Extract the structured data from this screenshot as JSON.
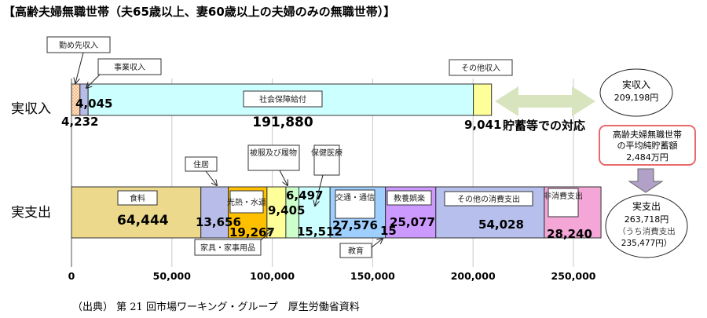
{
  "title": "【高齢夫婦無職世帯（夫65歳以上、妻60歳以上の夫婦のみの無職世帯）】",
  "source": "（出典） 第 21 回市場ワーキング・グループ　厚生労働省資料",
  "chart_data": {
    "type": "bar",
    "orientation": "horizontal-stacked",
    "categories": [
      "実収入",
      "実支出"
    ],
    "xlim": [
      0,
      250000
    ],
    "xticks": [
      "0",
      "50,000",
      "100,000",
      "150,000",
      "200,000",
      "250,000"
    ],
    "xtick_values": [
      0,
      50000,
      100000,
      150000,
      200000,
      250000
    ],
    "grid": true,
    "income": [
      {
        "name": "勤め先収入",
        "value": 4232,
        "label": "4,232",
        "color": "#fbd5b5"
      },
      {
        "name": "事業収入",
        "value": 4045,
        "label": "4,045",
        "color": "#b7bde8"
      },
      {
        "name": "社会保障給付",
        "value": 191880,
        "label": "191,880",
        "color": "#ccffff"
      },
      {
        "name": "その他収入",
        "value": 9041,
        "label": "9,041",
        "color": "#ffff99"
      }
    ],
    "expense": [
      {
        "name": "食料",
        "value": 64444,
        "label": "64,444",
        "color": "#ecd98c"
      },
      {
        "name": "住居",
        "value": 13656,
        "label": "13,656",
        "color": "#b7bde8"
      },
      {
        "name": "光熱・水道",
        "value": 19267,
        "label": "19,267",
        "color": "#ffc000"
      },
      {
        "name": "家具・家事用品",
        "value": 9405,
        "label": "9,405",
        "color": "#ffff99"
      },
      {
        "name": "被服及び履物",
        "value": 6497,
        "label": "6,497",
        "color": "#ccffcc"
      },
      {
        "name": "保健医療",
        "value": 15512,
        "label": "15,512",
        "color": "#ccffff"
      },
      {
        "name": "交通・通信",
        "value": 27576,
        "label": "27,576",
        "color": "#9fcfff"
      },
      {
        "name": "教育",
        "value": 15,
        "label": "15",
        "color": "#9fcfff"
      },
      {
        "name": "教養娯楽",
        "value": 25077,
        "label": "25,077",
        "color": "#cc99ff"
      },
      {
        "name": "その他の消費支出",
        "value": 54028,
        "label": "54,028",
        "color": "#b7bfec"
      },
      {
        "name": "非消費支出",
        "value": 28240,
        "label": "28,240",
        "color": "#f4a6d7"
      }
    ],
    "annotations": {
      "savings_arrow": "貯蓄等での対応",
      "income_total_title": "実収入",
      "income_total": "209,198円",
      "savings_box": [
        "高齢夫婦無職世帯",
        "の平均純貯蓄額",
        "2,484万円"
      ],
      "expense_total_title": "実支出",
      "expense_total": "263,718円",
      "consumption_line1": "（うち消費支出",
      "consumption_line2": "235,477円）"
    }
  }
}
